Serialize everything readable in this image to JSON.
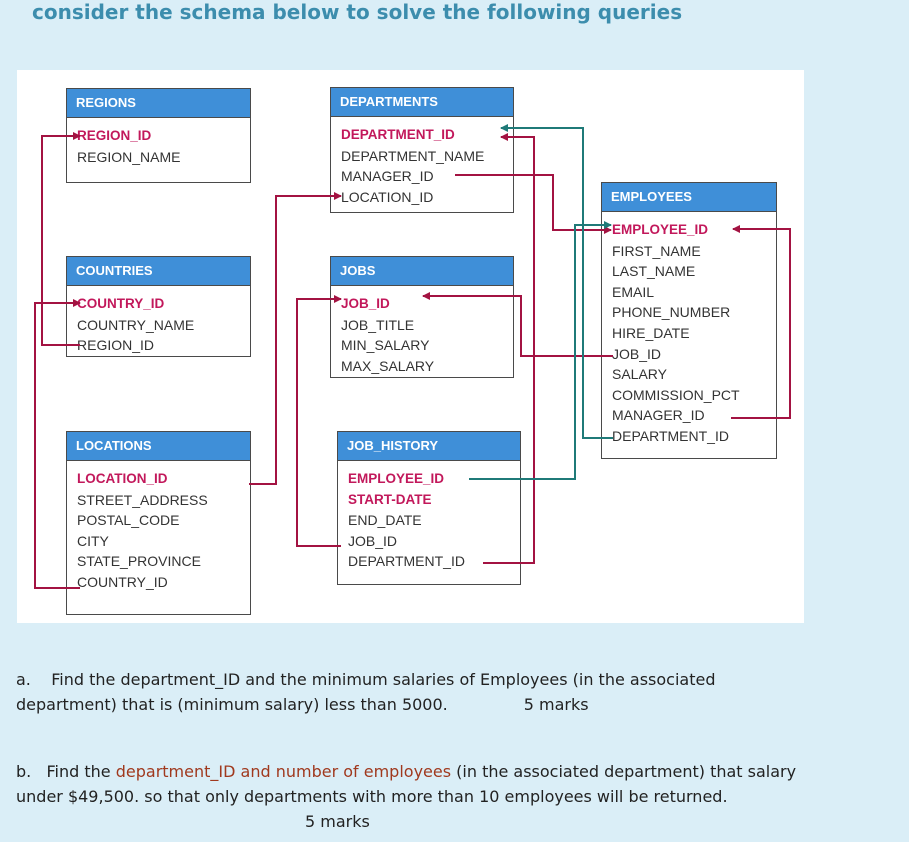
{
  "heading": "consider the schema below to solve the following queries",
  "tables": {
    "regions": {
      "title": "REGIONS",
      "columns": [
        {
          "name": "REGION_ID",
          "key": true
        },
        {
          "name": "REGION_NAME",
          "key": false
        }
      ]
    },
    "departments": {
      "title": "DEPARTMENTS",
      "columns": [
        {
          "name": "DEPARTMENT_ID",
          "key": true
        },
        {
          "name": "DEPARTMENT_NAME",
          "key": false
        },
        {
          "name": "MANAGER_ID",
          "key": false
        },
        {
          "name": "LOCATION_ID",
          "key": false
        }
      ]
    },
    "employees": {
      "title": "EMPLOYEES",
      "columns": [
        {
          "name": "EMPLOYEE_ID",
          "key": true
        },
        {
          "name": "FIRST_NAME",
          "key": false
        },
        {
          "name": "LAST_NAME",
          "key": false
        },
        {
          "name": "EMAIL",
          "key": false
        },
        {
          "name": "PHONE_NUMBER",
          "key": false
        },
        {
          "name": "HIRE_DATE",
          "key": false
        },
        {
          "name": "JOB_ID",
          "key": false
        },
        {
          "name": "SALARY",
          "key": false
        },
        {
          "name": "COMMISSION_PCT",
          "key": false
        },
        {
          "name": "MANAGER_ID",
          "key": false
        },
        {
          "name": "DEPARTMENT_ID",
          "key": false
        }
      ]
    },
    "countries": {
      "title": "COUNTRIES",
      "columns": [
        {
          "name": "COUNTRY_ID",
          "key": true
        },
        {
          "name": "COUNTRY_NAME",
          "key": false
        },
        {
          "name": "REGION_ID",
          "key": false
        }
      ]
    },
    "jobs": {
      "title": "JOBS",
      "columns": [
        {
          "name": "JOB_ID",
          "key": true
        },
        {
          "name": "JOB_TITLE",
          "key": false
        },
        {
          "name": "MIN_SALARY",
          "key": false
        },
        {
          "name": "MAX_SALARY",
          "key": false
        }
      ]
    },
    "locations": {
      "title": "LOCATIONS",
      "columns": [
        {
          "name": "LOCATION_ID",
          "key": true
        },
        {
          "name": "STREET_ADDRESS",
          "key": false
        },
        {
          "name": "POSTAL_CODE",
          "key": false
        },
        {
          "name": "CITY",
          "key": false
        },
        {
          "name": "STATE_PROVINCE",
          "key": false
        },
        {
          "name": "COUNTRY_ID",
          "key": false
        }
      ]
    },
    "job_history": {
      "title": "JOB_HISTORY",
      "columns": [
        {
          "name": "EMPLOYEE_ID",
          "key": true
        },
        {
          "name": "START-DATE",
          "key": true
        },
        {
          "name": "END_DATE",
          "key": false
        },
        {
          "name": "JOB_ID",
          "key": false
        },
        {
          "name": "DEPARTMENT_ID",
          "key": false
        }
      ]
    }
  },
  "colors": {
    "page_bg": "#daeef7",
    "heading": "#3c8dad",
    "table_header": "#3f8fd8",
    "key_text": "#c2185b",
    "link_crimson": "#a31342",
    "link_teal": "#1f7a78"
  },
  "questions": {
    "a": {
      "marker": "a.",
      "line1": "Find the department_ID and the minimum salaries of Employees (in the associated",
      "line2": "department) that is (minimum salary) less than 5000.",
      "marks": "5 marks"
    },
    "b": {
      "marker": "b.",
      "line1_pre": "Find the ",
      "line1_hl": "department_ID and number of employees",
      "line1_post": " (in the associated department) that salary",
      "line2": "under $49,500. so that only departments with more than 10 employees will be returned.",
      "marks": "5 marks"
    }
  }
}
